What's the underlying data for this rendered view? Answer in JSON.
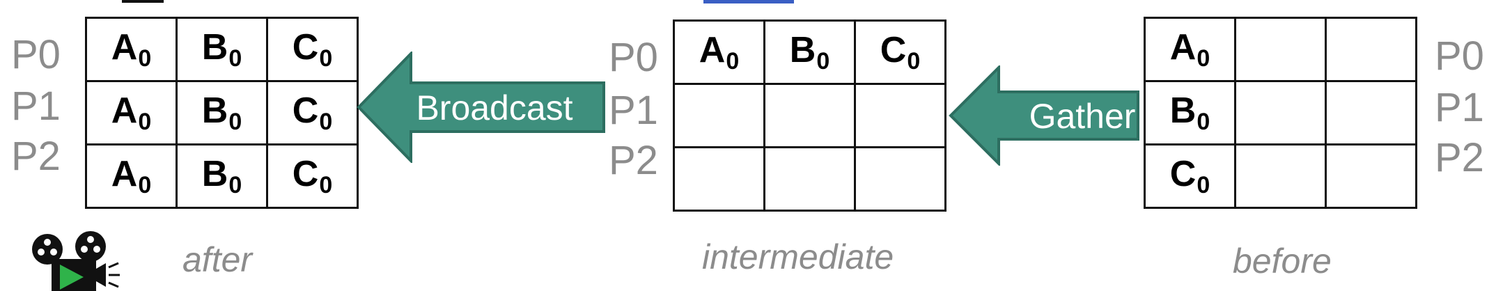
{
  "processes": [
    "P0",
    "P1",
    "P2"
  ],
  "panels": {
    "after": {
      "caption": "after",
      "cells": [
        [
          {
            "letter": "A",
            "sub": "0"
          },
          {
            "letter": "B",
            "sub": "0"
          },
          {
            "letter": "C",
            "sub": "0"
          }
        ],
        [
          {
            "letter": "A",
            "sub": "0"
          },
          {
            "letter": "B",
            "sub": "0"
          },
          {
            "letter": "C",
            "sub": "0"
          }
        ],
        [
          {
            "letter": "A",
            "sub": "0"
          },
          {
            "letter": "B",
            "sub": "0"
          },
          {
            "letter": "C",
            "sub": "0"
          }
        ]
      ]
    },
    "intermediate": {
      "caption": "intermediate",
      "cells": [
        [
          {
            "letter": "A",
            "sub": "0"
          },
          {
            "letter": "B",
            "sub": "0"
          },
          {
            "letter": "C",
            "sub": "0"
          }
        ],
        [
          null,
          null,
          null
        ],
        [
          null,
          null,
          null
        ]
      ]
    },
    "before": {
      "caption": "before",
      "cells": [
        [
          {
            "letter": "A",
            "sub": "0"
          },
          null,
          null
        ],
        [
          {
            "letter": "B",
            "sub": "0"
          },
          null,
          null
        ],
        [
          {
            "letter": "C",
            "sub": "0"
          },
          null,
          null
        ]
      ]
    }
  },
  "arrows": {
    "broadcast": "Broadcast",
    "gather": "Gather"
  },
  "colors": {
    "arrow_fill": "#3e8f7d",
    "arrow_stroke": "#2d6e60",
    "label_gray": "#8c8c8c",
    "accent_blue": "#3a5fc4"
  },
  "icons": {
    "movie": "movie-camera-play-icon"
  }
}
